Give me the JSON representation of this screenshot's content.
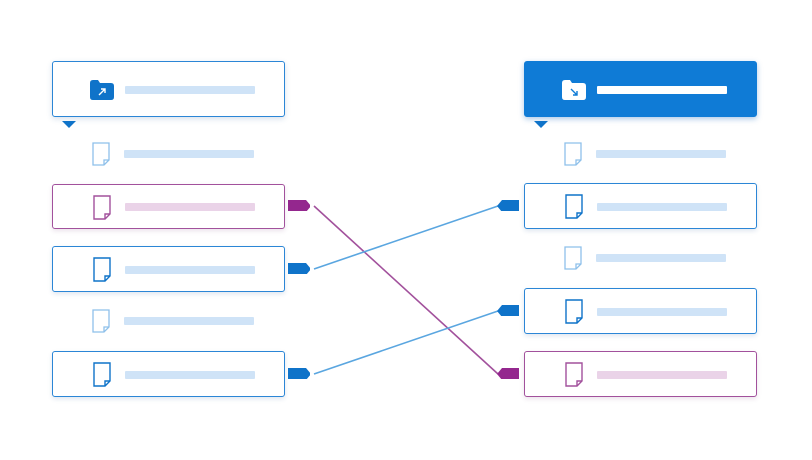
{
  "colors": {
    "accent": "#0f7bd6",
    "line_blue": "#5aa6e0",
    "purple": "#a2519c",
    "bar_blue": "#cfe3f7",
    "bar_purple": "#ead3e8"
  },
  "left_column": {
    "header": {
      "icon": "folder-export-icon",
      "active": false
    },
    "rows": [
      {
        "style": "plain",
        "icon": "file-icon"
      },
      {
        "style": "card-purple",
        "icon": "file-icon",
        "connected": true
      },
      {
        "style": "card",
        "icon": "file-icon",
        "connected": true
      },
      {
        "style": "plain",
        "icon": "file-icon"
      },
      {
        "style": "card",
        "icon": "file-icon",
        "connected": true
      }
    ]
  },
  "right_column": {
    "header": {
      "icon": "folder-import-icon",
      "active": true
    },
    "rows": [
      {
        "style": "plain",
        "icon": "file-icon"
      },
      {
        "style": "card",
        "icon": "file-icon",
        "connected": true
      },
      {
        "style": "plain",
        "icon": "file-icon"
      },
      {
        "style": "card",
        "icon": "file-icon",
        "connected": true
      },
      {
        "style": "card-purple",
        "icon": "file-icon",
        "connected": true
      }
    ]
  },
  "connections": [
    {
      "from": "left-row-2",
      "to": "right-row-5",
      "color": "purple"
    },
    {
      "from": "left-row-3",
      "to": "right-row-2",
      "color": "blue"
    },
    {
      "from": "left-row-5",
      "to": "right-row-4",
      "color": "blue"
    }
  ]
}
